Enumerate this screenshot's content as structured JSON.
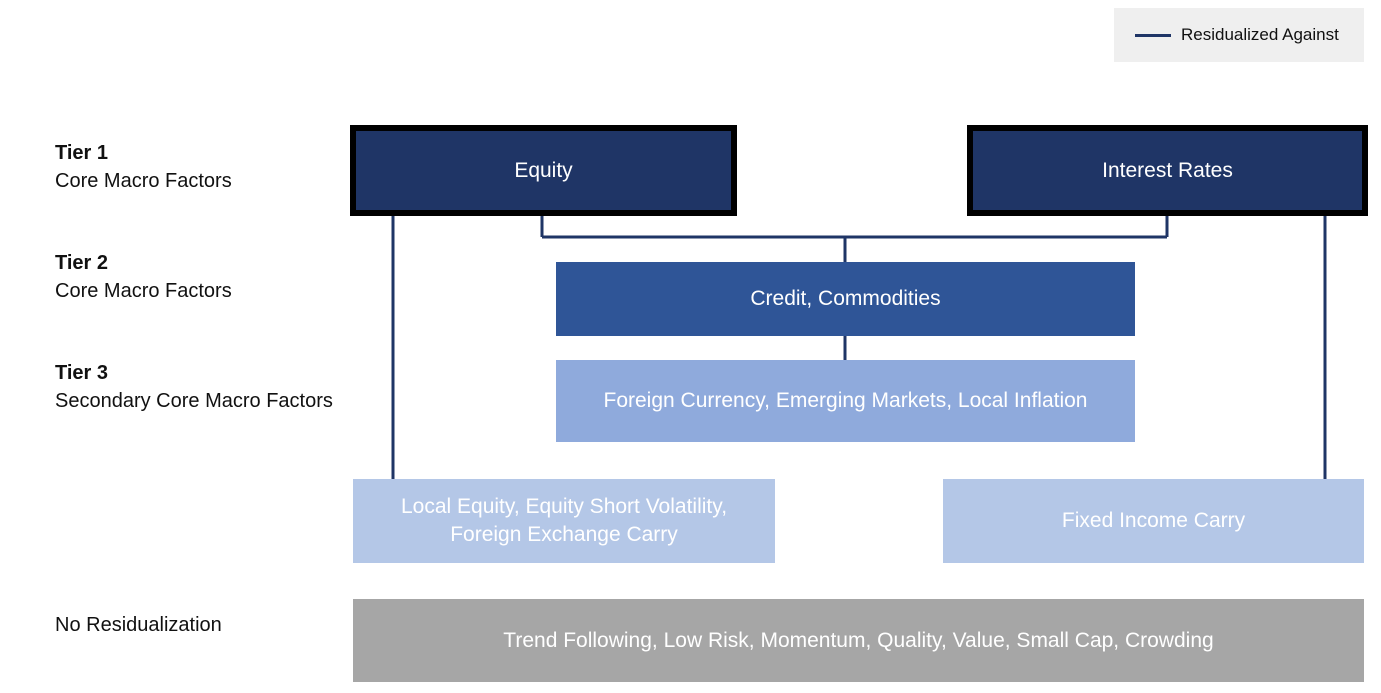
{
  "legend": {
    "label": "Residualized Against",
    "line_color": "#1f3566"
  },
  "tiers": {
    "tier1": {
      "title": "Tier 1",
      "subtitle": "Core Macro Factors"
    },
    "tier2": {
      "title": "Tier 2",
      "subtitle": "Core Macro Factors"
    },
    "tier3": {
      "title": "Tier 3",
      "subtitle": "Secondary Core Macro Factors"
    },
    "none": {
      "title": "No Residualization"
    }
  },
  "boxes": {
    "equity": "Equity",
    "interest_rates": "Interest Rates",
    "credit_commodities": "Credit, Commodities",
    "tier3_factors": "Foreign Currency, Emerging Markets, Local Inflation",
    "equity_derived_line1": "Local Equity, Equity Short Volatility,",
    "equity_derived_line2": "Foreign Exchange Carry",
    "fixed_income_carry": "Fixed Income Carry",
    "no_residual": "Trend Following, Low Risk, Momentum, Quality, Value, Small Cap, Crowding"
  },
  "colors": {
    "tier1": "#1f3566",
    "tier2": "#2f5597",
    "tier3": "#8faadc",
    "tier4": "#b4c7e7",
    "none": "#a6a6a6"
  }
}
